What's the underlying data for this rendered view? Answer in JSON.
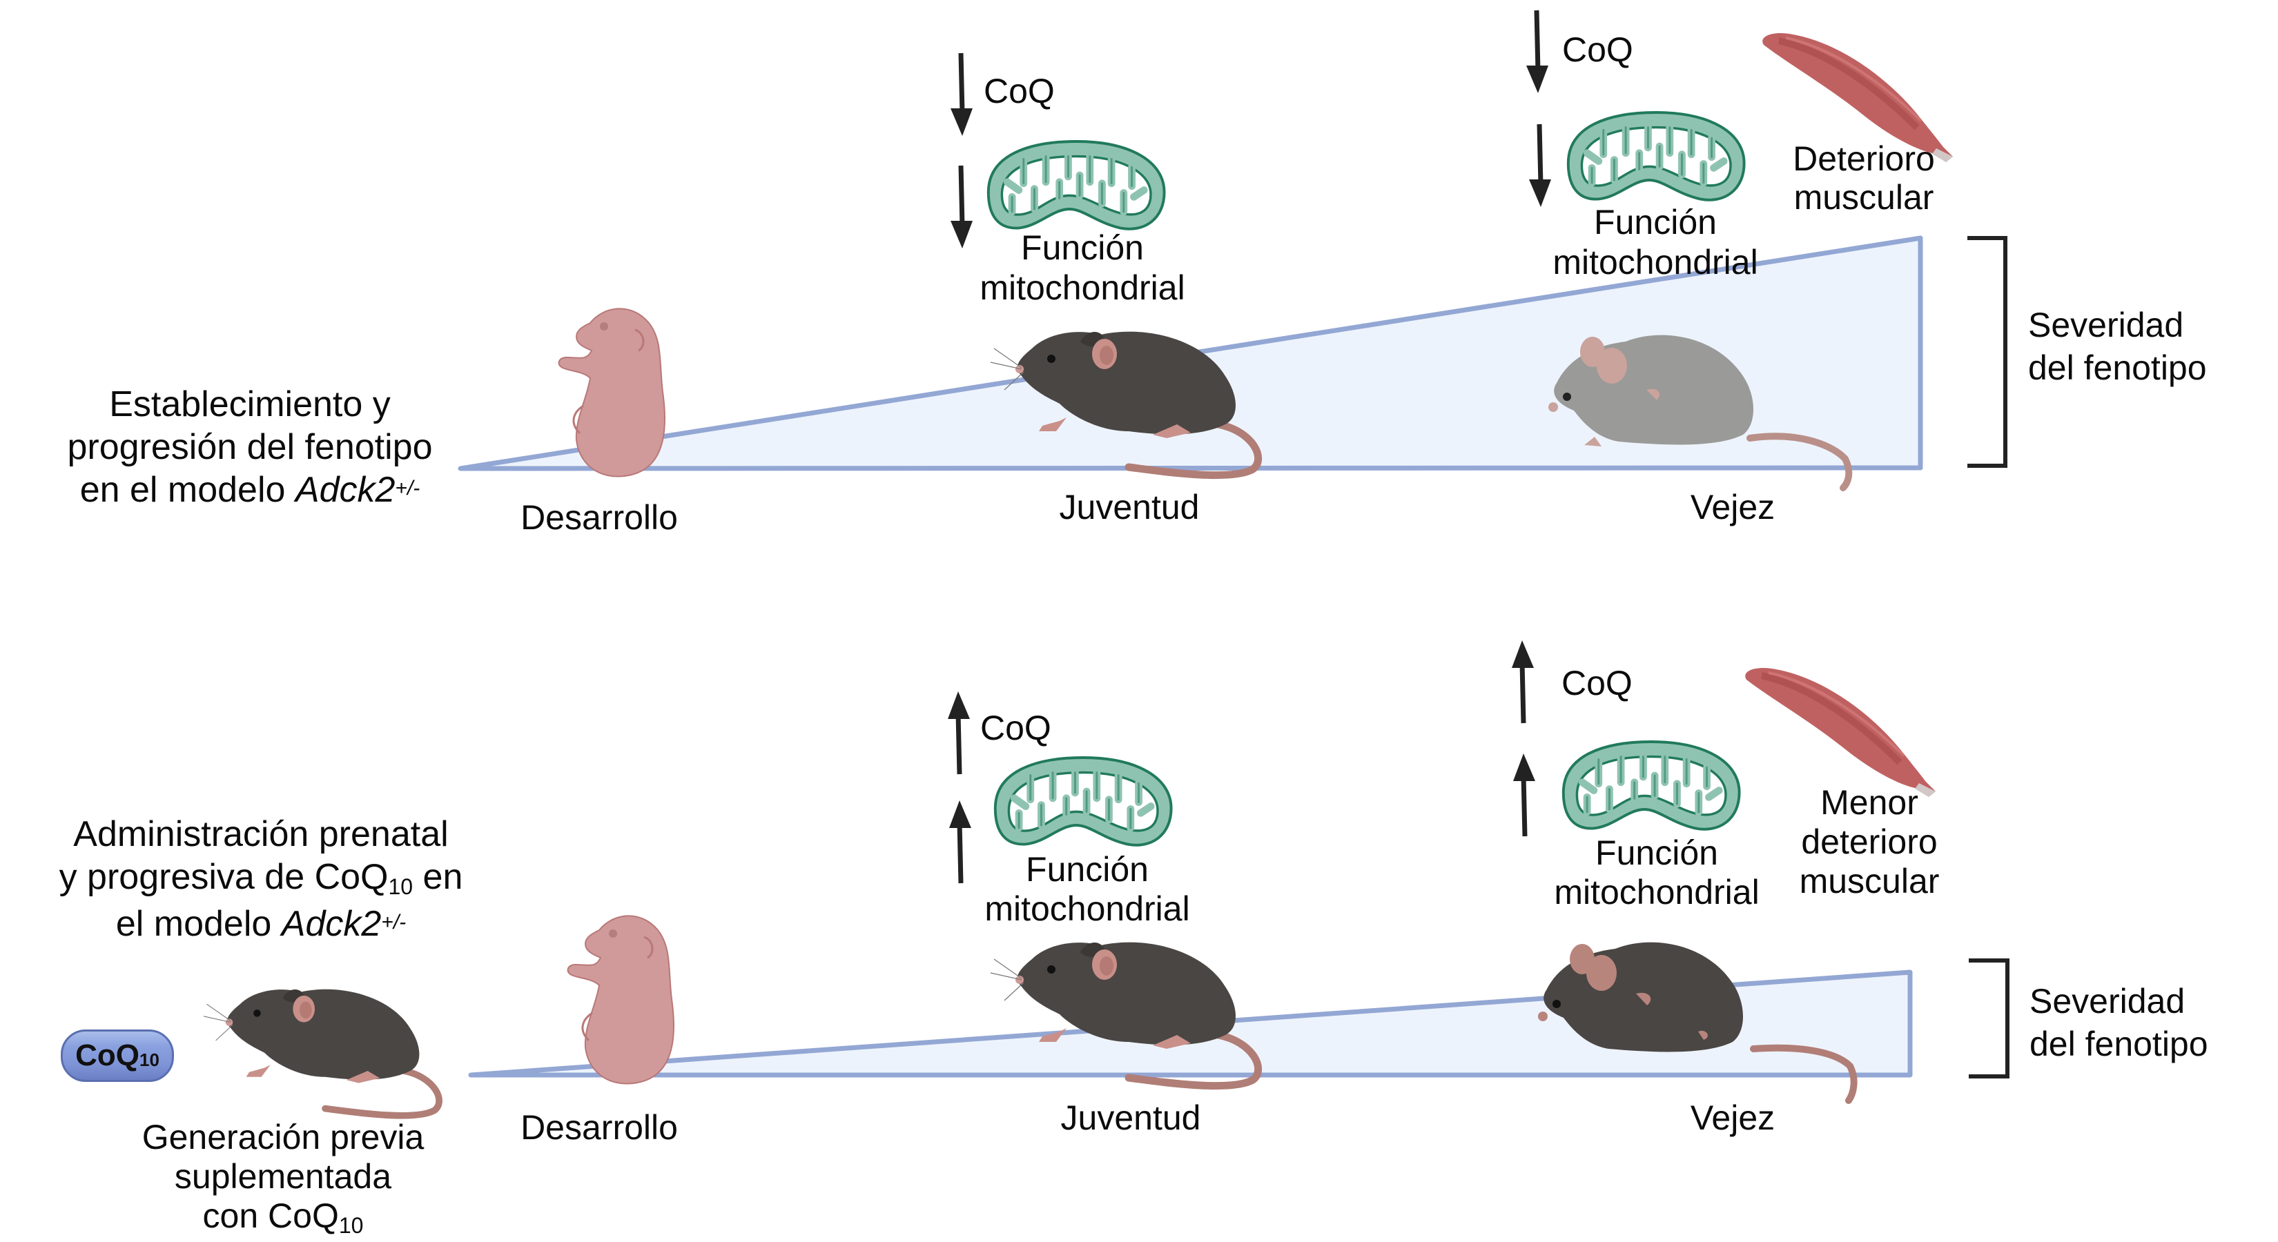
{
  "top": {
    "title_lines": [
      "Establecimiento y",
      "progresión del fenotipo",
      "en el modelo "
    ],
    "gene": "Adck2",
    "genotype": "+/-",
    "stages": [
      "Desarrollo",
      "Juventud",
      "Vejez"
    ],
    "juventud": {
      "coq_label": "CoQ",
      "coq_direction": "down",
      "mito_direction": "down",
      "mito_label_lines": [
        "Función",
        "mitochondrial"
      ]
    },
    "vejez": {
      "coq_label": "CoQ",
      "coq_direction": "down",
      "mito_direction": "down",
      "mito_label_lines": [
        "Función",
        "mitochondrial"
      ],
      "muscle_label_lines": [
        "Deterioro",
        "muscular"
      ]
    },
    "severity_label_lines": [
      "Severidad",
      "del fenotipo"
    ],
    "severity_level": "high"
  },
  "bottom": {
    "title_lines": [
      "Administración prenatal",
      "y progresiva de CoQ",
      " en",
      "el modelo "
    ],
    "title_subscript": "10",
    "gene": "Adck2",
    "genotype": "+/-",
    "pill": {
      "label": "CoQ",
      "subscript": "10"
    },
    "previous_generation_lines": [
      "Generación previa",
      "suplementada",
      "con CoQ"
    ],
    "previous_generation_subscript": "10",
    "stages": [
      "Desarrollo",
      "Juventud",
      "Vejez"
    ],
    "juventud": {
      "coq_label": "CoQ",
      "coq_direction": "up",
      "mito_direction": "up",
      "mito_label_lines": [
        "Función",
        "mitochondrial"
      ]
    },
    "vejez": {
      "coq_label": "CoQ",
      "coq_direction": "up",
      "mito_direction": "up",
      "mito_label_lines": [
        "Función",
        "mitochondrial"
      ],
      "muscle_label_lines": [
        "Menor",
        "deterioro",
        "muscular"
      ]
    },
    "severity_label_lines": [
      "Severidad",
      "del fenotipo"
    ],
    "severity_level": "reduced"
  },
  "colors": {
    "triangle_stroke": "#93a7d4",
    "triangle_fill": "#edf3fc",
    "mito_fill": "#8fc3b1",
    "mito_stroke": "#217a5c",
    "muscle": "#c06161",
    "mouse_black": "#4a4644",
    "mouse_grey": "#9a9a98",
    "pup": "#d09a9a",
    "arrow": "#222222"
  }
}
